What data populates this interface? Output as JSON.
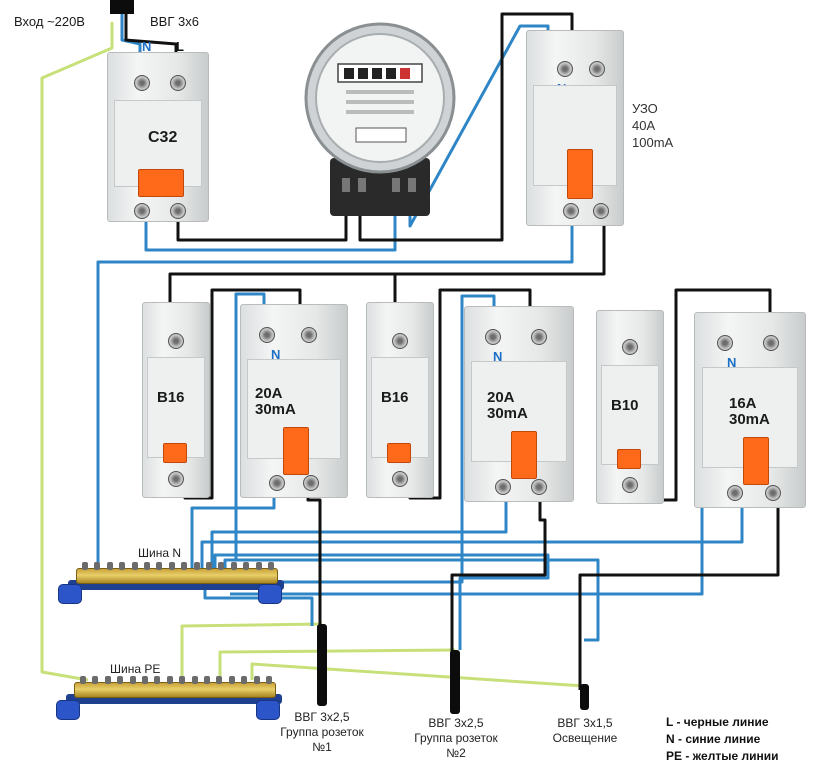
{
  "labels": {
    "input": "Вход ~220В",
    "input_cable": "ВВГ 3х6",
    "n_mark": "N",
    "l_mark": "L"
  },
  "main_breaker": {
    "rating": "C32"
  },
  "uzo_main": {
    "title": "УЗО",
    "current": "40A",
    "leak": "100mA"
  },
  "breakers": [
    {
      "rating": "B16"
    },
    {
      "rating": "B16"
    },
    {
      "rating": "B10"
    }
  ],
  "rcds": [
    {
      "current": "20A",
      "leak": "30mA"
    },
    {
      "current": "20A",
      "leak": "30mA"
    },
    {
      "current": "16A",
      "leak": "30mA"
    }
  ],
  "buses": {
    "n": "Шина N",
    "pe": "Шина PE"
  },
  "cables": [
    {
      "type": "ВВГ 3х2,5",
      "group": "Группа розеток",
      "num": "№1"
    },
    {
      "type": "ВВГ 3х2,5",
      "group": "Группа розеток",
      "num": "№2"
    },
    {
      "type": "ВВГ 3х1,5",
      "group": "Освещение",
      "num": ""
    }
  ],
  "legend": {
    "l": "L - черные линие",
    "n": "N - синие линие",
    "pe": "PE - желтые линии"
  },
  "colors": {
    "phase": "#111111",
    "neutral": "#2f86c6",
    "pe": "#c8e07a",
    "handle": "#ff6a1a"
  }
}
